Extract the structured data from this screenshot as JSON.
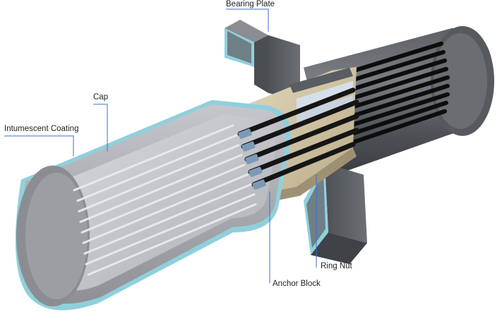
{
  "labels": {
    "bearing_plate": "Bearing Plate",
    "cap": "Cap",
    "intumescent_coating": "Intumescent Coating",
    "ring_nut": "Ring Nut",
    "anchor_block": "Anchor Block"
  },
  "colors": {
    "leader_line": "#3a6fd0",
    "coating": "#8fd0dc",
    "cap_steel": "#a6a8ad",
    "bearing_plate": "#5b5e63",
    "trumpet": "#4a4d52",
    "anchor_block_beige": "#cfc2a2",
    "strand_black": "#151515",
    "wedge_blue": "#7d99b8"
  }
}
